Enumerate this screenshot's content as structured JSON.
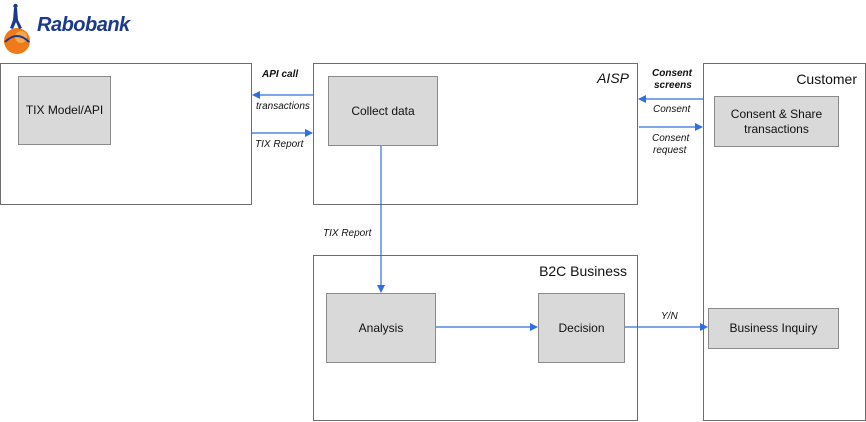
{
  "logo": {
    "wordmark": "Rabobank"
  },
  "frames": {
    "left": {
      "title": ""
    },
    "aisp": {
      "title": "AISP"
    },
    "b2c": {
      "title": "B2C Business"
    },
    "customer": {
      "title": "Customer"
    }
  },
  "nodes": {
    "tix_model": "TIX Model/API",
    "collect_data": "Collect data",
    "consent_share_line1": "Consent & Share",
    "consent_share_line2": "transactions",
    "analysis": "Analysis",
    "decision": "Decision",
    "business_inquiry": "Business Inquiry"
  },
  "edges": {
    "api_call": "API call",
    "transactions": "transactions",
    "tix_report_top": "TIX Report",
    "consent_screens_line1": "Consent",
    "consent_screens_line2": "screens",
    "consent": "Consent",
    "consent_request_line1": "Consent",
    "consent_request_line2": "request",
    "tix_report_vertical": "TIX Report",
    "yn": "Y/N"
  },
  "colors": {
    "arrow": "#2f6fe0",
    "box_fill": "#d9d9d9",
    "brand": "#1b3a8c",
    "logo_orange": "#f07a1a"
  }
}
